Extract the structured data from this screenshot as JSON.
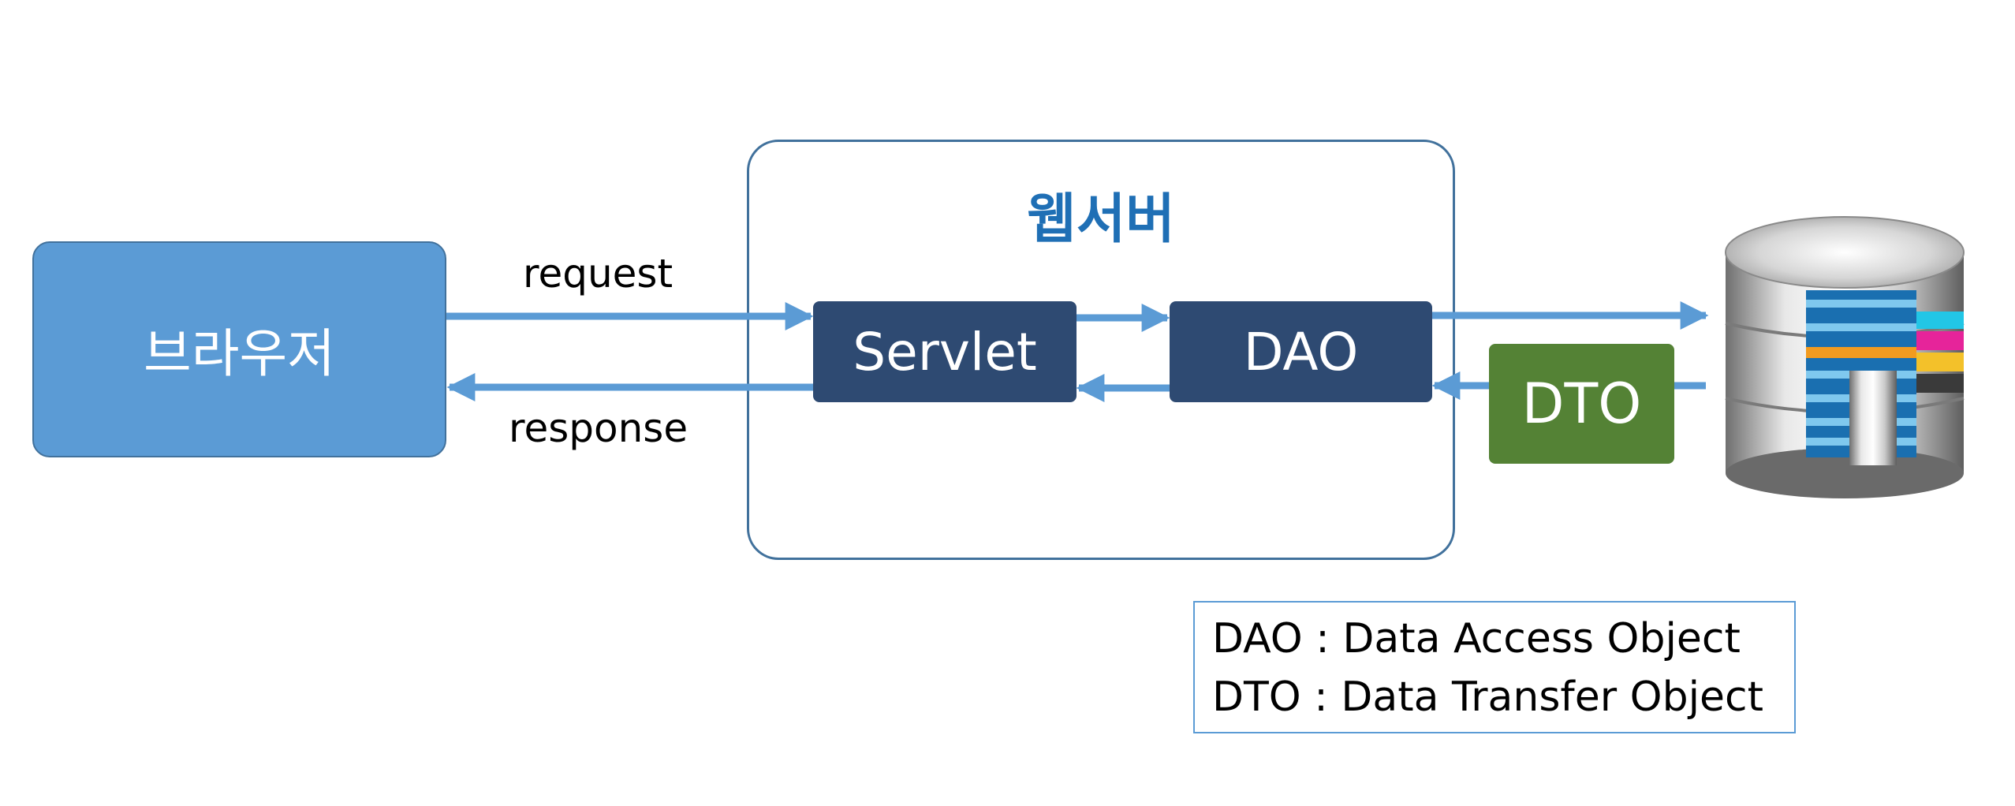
{
  "nodes": {
    "browser": "브라우저",
    "webserver": "웹서버",
    "servlet": "Servlet",
    "dao": "DAO",
    "dto": "DTO"
  },
  "edges": {
    "request": "request",
    "response": "response"
  },
  "legend": [
    {
      "abbr": "DAO",
      "sep": ":",
      "full": "Data Access Object"
    },
    {
      "abbr": "DTO",
      "sep": ":",
      "full": "Data Transfer Object"
    }
  ],
  "colors": {
    "browser": "#5b9bd5",
    "inner_box": "#2e4a72",
    "dto": "#548235",
    "arrow": "#5b9bd5",
    "title": "#1f6fb5",
    "annotation": "#33d6e0"
  },
  "icons": {
    "database": "database-icon"
  }
}
